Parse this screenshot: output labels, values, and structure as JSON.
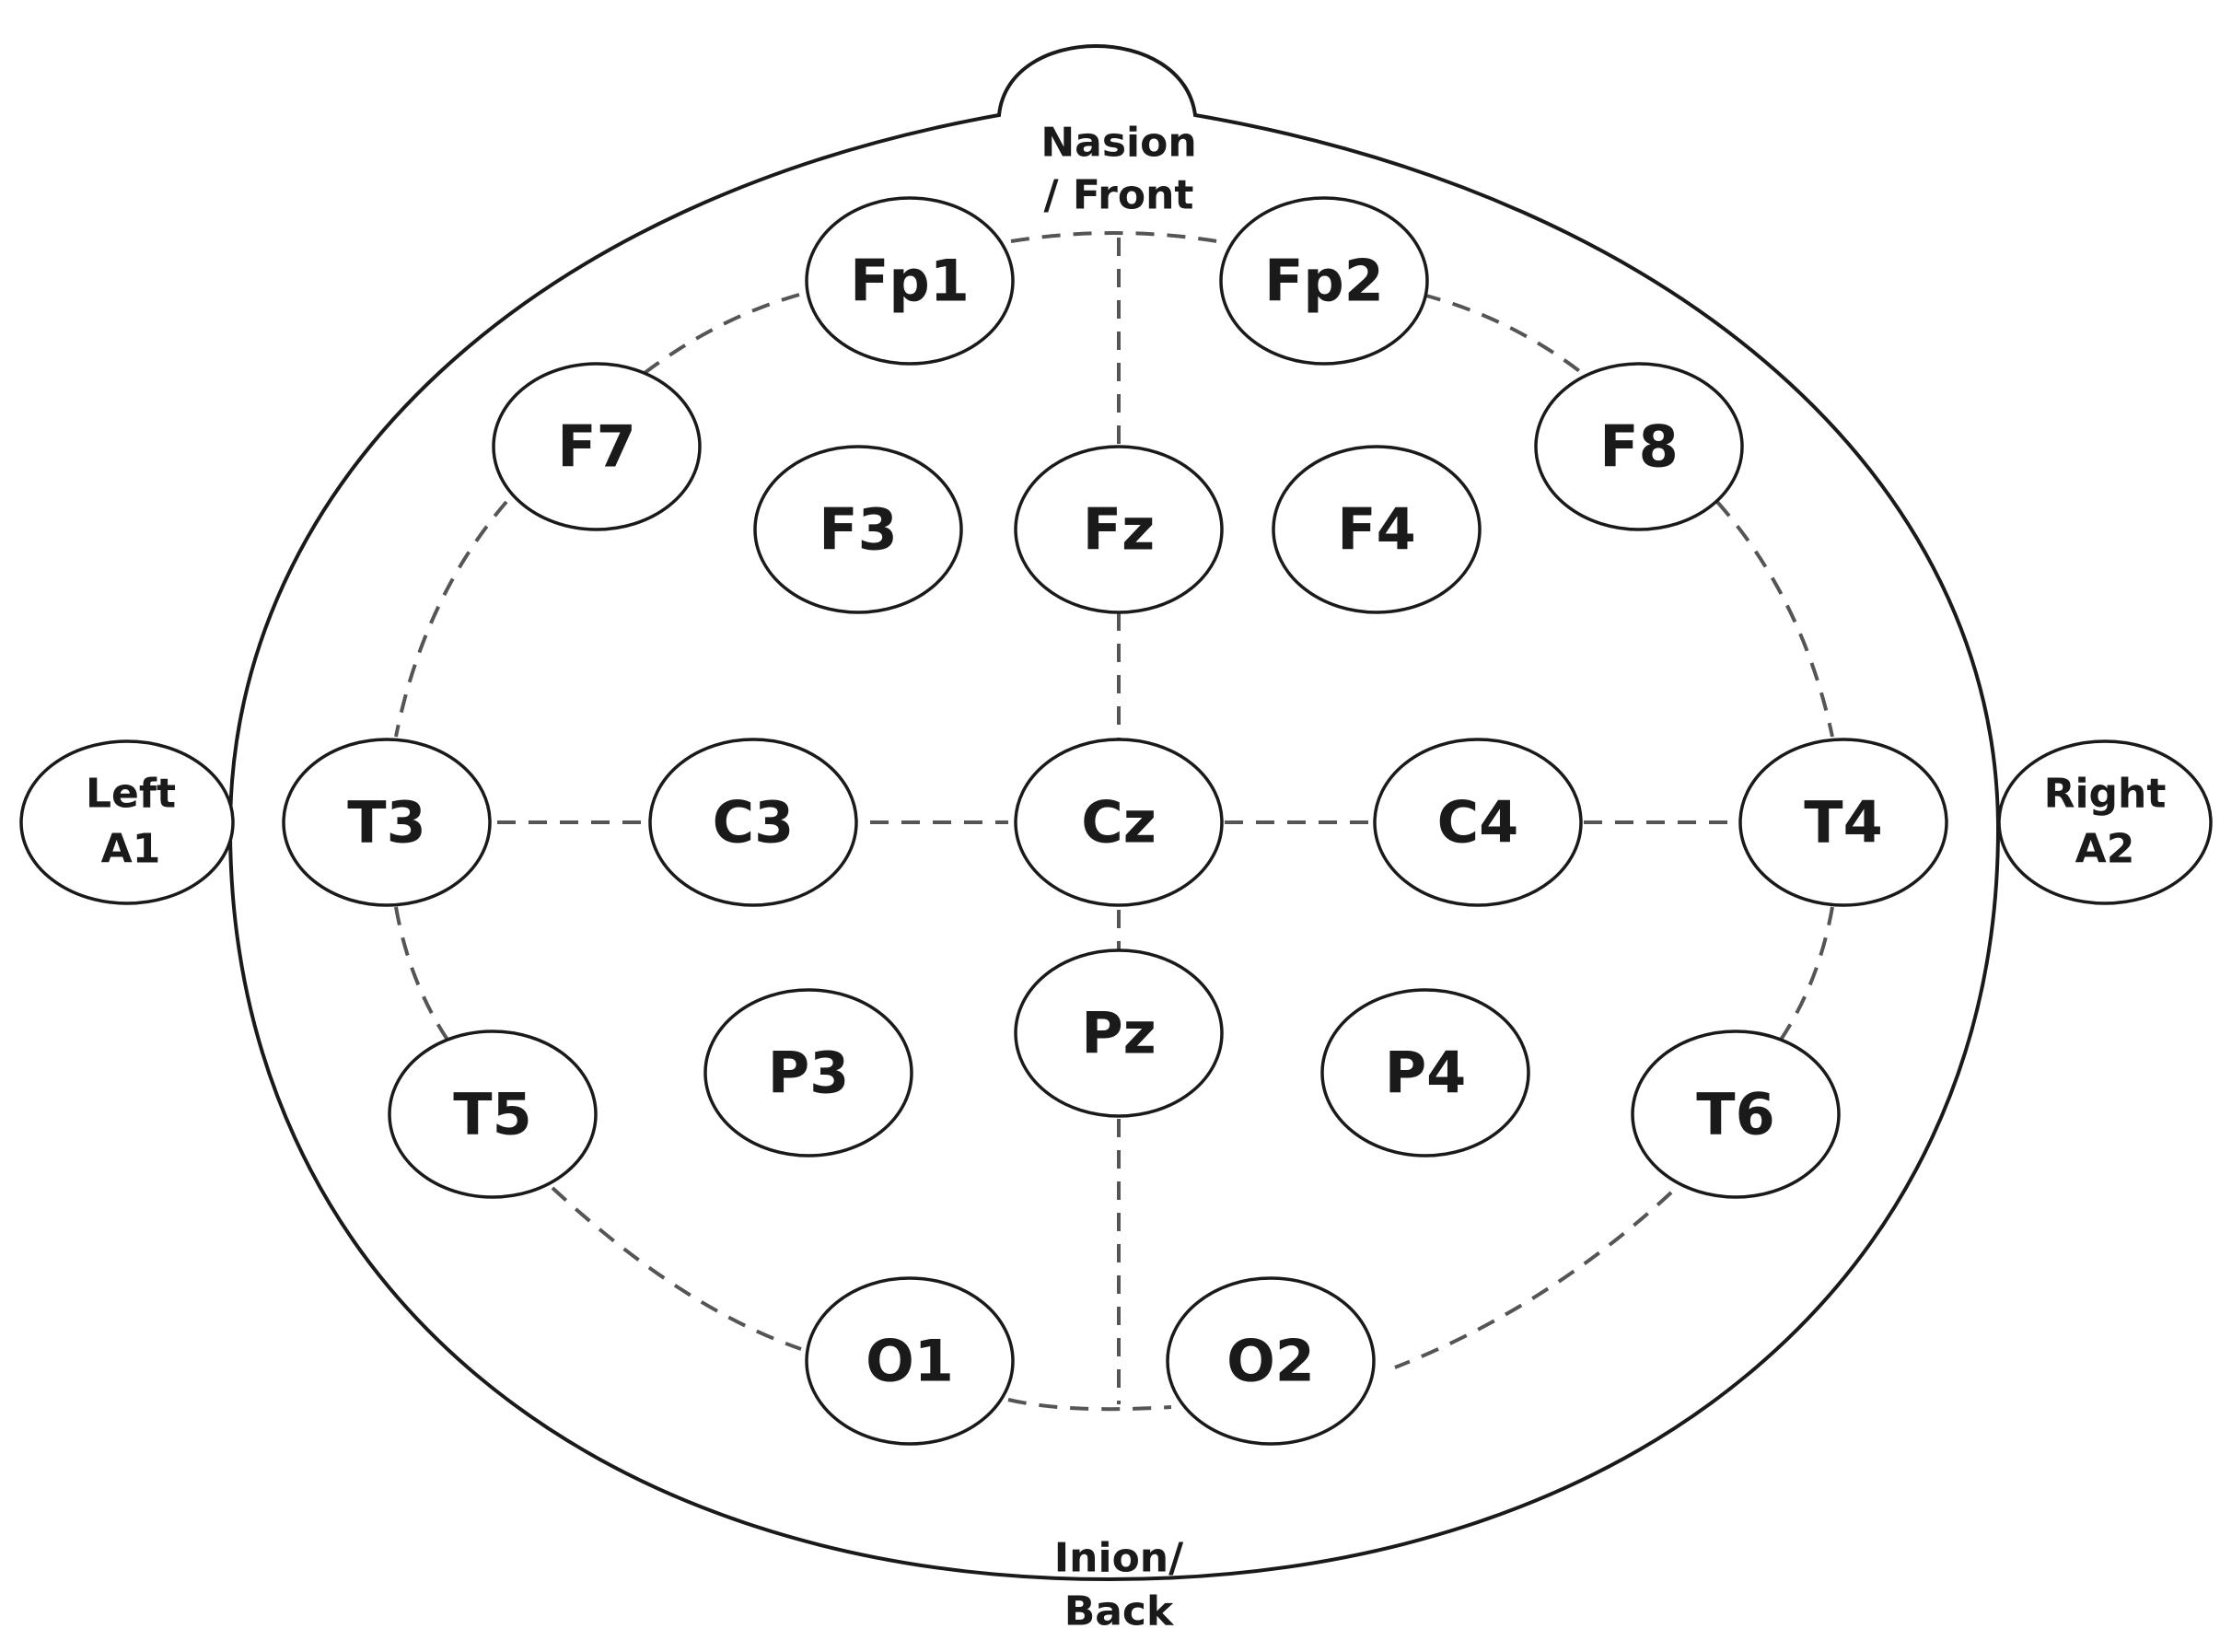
{
  "colors": {
    "stroke": "#1a1a1a",
    "dash": "#555555",
    "background": "#ffffff"
  },
  "landmarks": {
    "nasion_line1": "Nasion",
    "nasion_line2": "/ Front",
    "inion_line1": "Inion/",
    "inion_line2": "Back"
  },
  "ears": {
    "left_line1": "Left",
    "left_line2": "A1",
    "right_line1": "Right",
    "right_line2": "A2"
  },
  "electrodes": {
    "Fp1": "Fp1",
    "Fp2": "Fp2",
    "F7": "F7",
    "F3": "F3",
    "Fz": "Fz",
    "F4": "F4",
    "F8": "F8",
    "T3": "T3",
    "C3": "C3",
    "Cz": "Cz",
    "C4": "C4",
    "T4": "T4",
    "T5": "T5",
    "P3": "P3",
    "Pz": "Pz",
    "P4": "P4",
    "T6": "T6",
    "O1": "O1",
    "O2": "O2"
  }
}
